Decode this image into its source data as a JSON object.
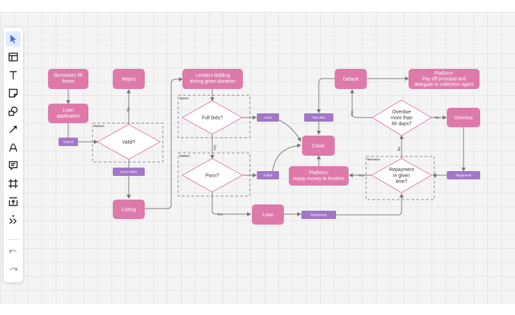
{
  "colors": {
    "node": "#de7aaa",
    "small_node": "#a377c8",
    "decision_border": "#de7aaa",
    "edge": "#777777",
    "frame_border": "#8a8a8a",
    "toolbar_active": "#3b6cf5"
  },
  "toolbar": {
    "tools": [
      {
        "icon": "select-arrow-icon",
        "active": true
      },
      {
        "icon": "template-icon"
      },
      {
        "icon": "text-icon"
      },
      {
        "icon": "sticky-note-icon"
      },
      {
        "icon": "shapes-icon"
      },
      {
        "icon": "connection-line-icon"
      },
      {
        "icon": "pen-icon"
      },
      {
        "icon": "comment-icon"
      },
      {
        "icon": "frame-icon"
      },
      {
        "icon": "upload-icon"
      },
      {
        "icon": "more-tools-icon"
      },
      {
        "icon": "undo-icon"
      },
      {
        "icon": "redo-icon"
      }
    ]
  },
  "frames": {
    "platform1": "Platform",
    "system": "System",
    "platform2": "Platform",
    "borrowers": "Borrowers"
  },
  "nodes": {
    "borrowers_fill": [
      "Borrowers fill",
      "forms"
    ],
    "loan_application": [
      "Loan",
      "application"
    ],
    "reject": [
      "Reject"
    ],
    "lenders_bidding": [
      "Lenders bidding",
      "during given duration"
    ],
    "default": [
      "Default"
    ],
    "platform_payoff": [
      "Platform:",
      "Pay off principal and",
      "delegate to collection agent"
    ],
    "overdue": [
      "Overdue"
    ],
    "close": [
      "Close"
    ],
    "platform_repay": [
      "Platform:",
      "repay money to lenders"
    ],
    "listing": [
      "Listing"
    ],
    "loan": [
      "Loan"
    ]
  },
  "small_nodes": {
    "submit": "Submit",
    "issue_online": "Issue online",
    "abort": "Abort",
    "failed": "Failed",
    "bad_debt": "Bad debt",
    "repayment_right": "Repayment",
    "repayment_bottom": "Repayment"
  },
  "decisions": {
    "valid": [
      "Valid?"
    ],
    "full_bids": [
      "Full bids?"
    ],
    "pass": [
      "Pass?"
    ],
    "overdue_90": [
      "Overdue",
      "more than",
      "90 days?"
    ],
    "repayment_time": [
      "Repayment",
      "in given",
      "time?"
    ]
  },
  "edge_labels": {
    "valid_no": "No",
    "full_yes": "Yes",
    "pass_yes": "Yes",
    "overdue_yes": "Yes",
    "overdue_no": "No",
    "repay_no": "No",
    "repay_yes": "Yes"
  }
}
